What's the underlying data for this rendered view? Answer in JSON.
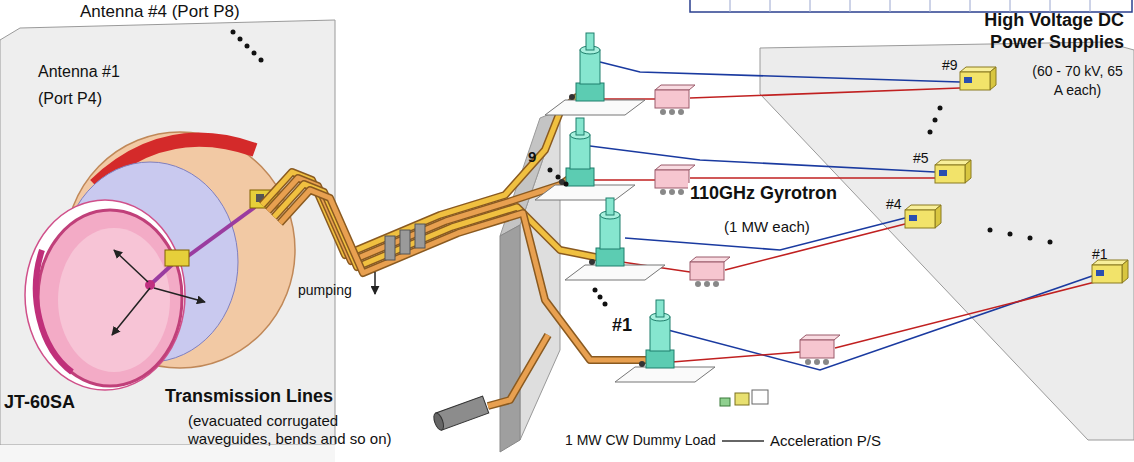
{
  "diagram": {
    "labels": [
      "Antenna #4 (Port P8)",
      "Antenna #1 (Port P4)",
      "9",
      "High Voltage DC Power Supplies",
      "(60 - 70 kV, 65 A each)",
      "#9",
      "#5",
      "#4",
      "110GHz Gyrotron",
      "(1 MW each)",
      "#1",
      "#1",
      "pumping",
      "JT-60SA",
      "Transmission Lines",
      "(evacuated corrugated waveguides, bends and so on)",
      "1 MW CW Dummy Load",
      "Acceleration P/S"
    ]
  }
}
